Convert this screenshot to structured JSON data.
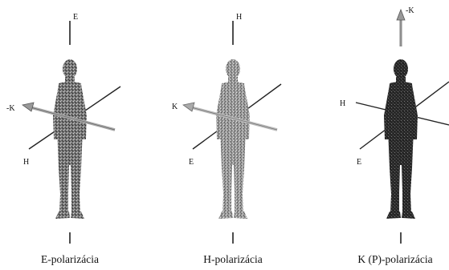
{
  "panels": [
    {
      "caption": "E-polarizácia",
      "label_top": "E",
      "label_arrow": "-K",
      "label_lower": "H"
    },
    {
      "caption": "H-polarizácia",
      "label_top": "H",
      "label_arrow": "K",
      "label_lower": "E"
    },
    {
      "caption": "K (P)-polarizácia",
      "label_top": "-K",
      "label_arrow": "H",
      "label_lower": "E"
    }
  ]
}
